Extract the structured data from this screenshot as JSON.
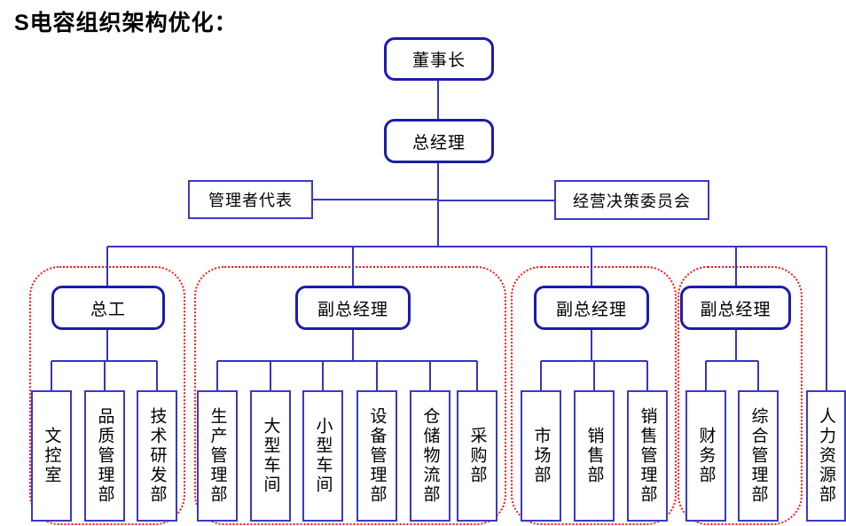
{
  "title": "S电容组织架构优化：",
  "org": {
    "chairman": "董事长",
    "general_manager": "总经理",
    "management_rep": "管理者代表",
    "decision_committee": "经营决策委员会",
    "hr_dept": "人力资源部",
    "groups": [
      {
        "head": "总工",
        "children": [
          "文控室",
          "品质管理部",
          "技术研发部"
        ]
      },
      {
        "head": "副总经理",
        "children": [
          "生产管理部",
          "大型车间",
          "小型车间",
          "设备管理部",
          "仓储物流部",
          "采购部"
        ]
      },
      {
        "head": "副总经理",
        "children": [
          "市场部",
          "销售部",
          "销售管理部"
        ]
      },
      {
        "head": "副总经理",
        "children": [
          "财务部",
          "综合管理部"
        ]
      }
    ]
  },
  "colors": {
    "connector_blue": "#3535c3",
    "node_border_blue": "#1c1ca8",
    "group_outline_red": "#ff1212"
  }
}
